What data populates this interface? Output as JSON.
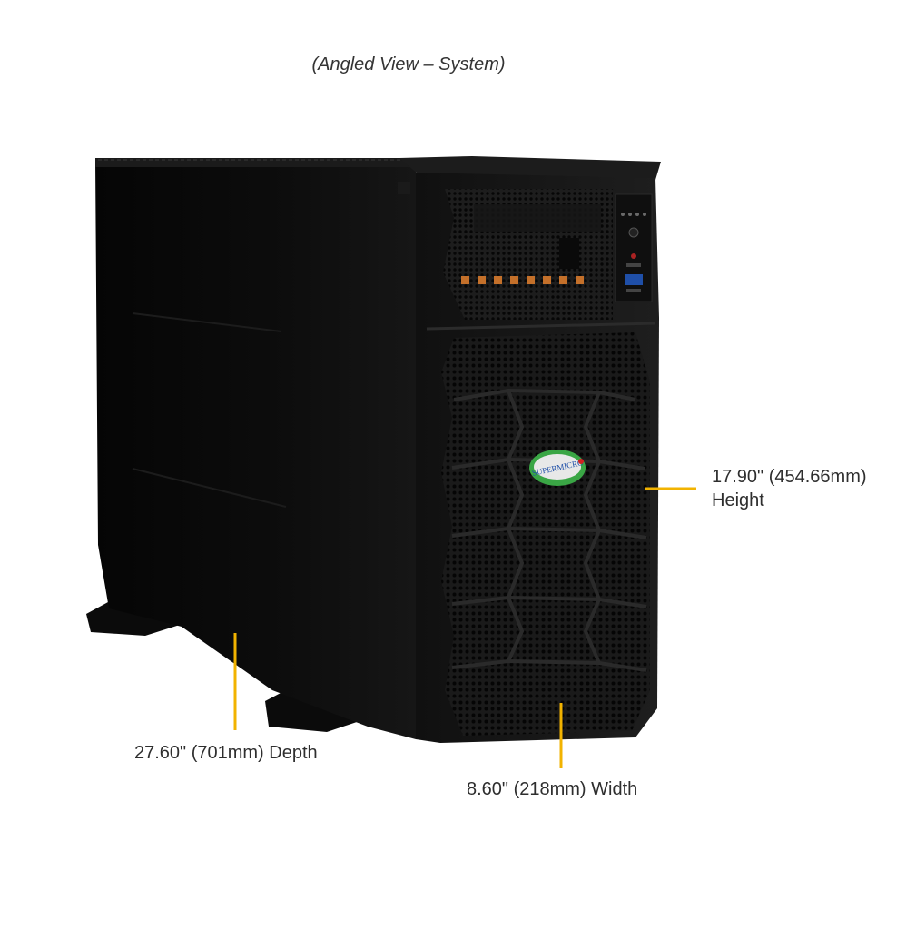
{
  "caption": "(Angled View – System)",
  "dimensions": {
    "height": {
      "value_line": "17.90\" (454.66mm)",
      "name_line": "Height"
    },
    "depth": {
      "label": "27.60\" (701mm) Depth"
    },
    "width": {
      "label": "8.60\" (218mm) Width"
    }
  },
  "logo_text": "SUPERMICRO",
  "colors": {
    "chassis": "#0c0c0c",
    "bezel": "#151515",
    "dimension_line": "#f2b300",
    "logo_green": "#3aa645",
    "logo_blue": "#1f4fa8",
    "drive_tray_accent": "#c4702a"
  },
  "icons": {
    "power_button": "power-icon",
    "reset_button": "reset-icon",
    "usb_port": "usb-icon"
  }
}
